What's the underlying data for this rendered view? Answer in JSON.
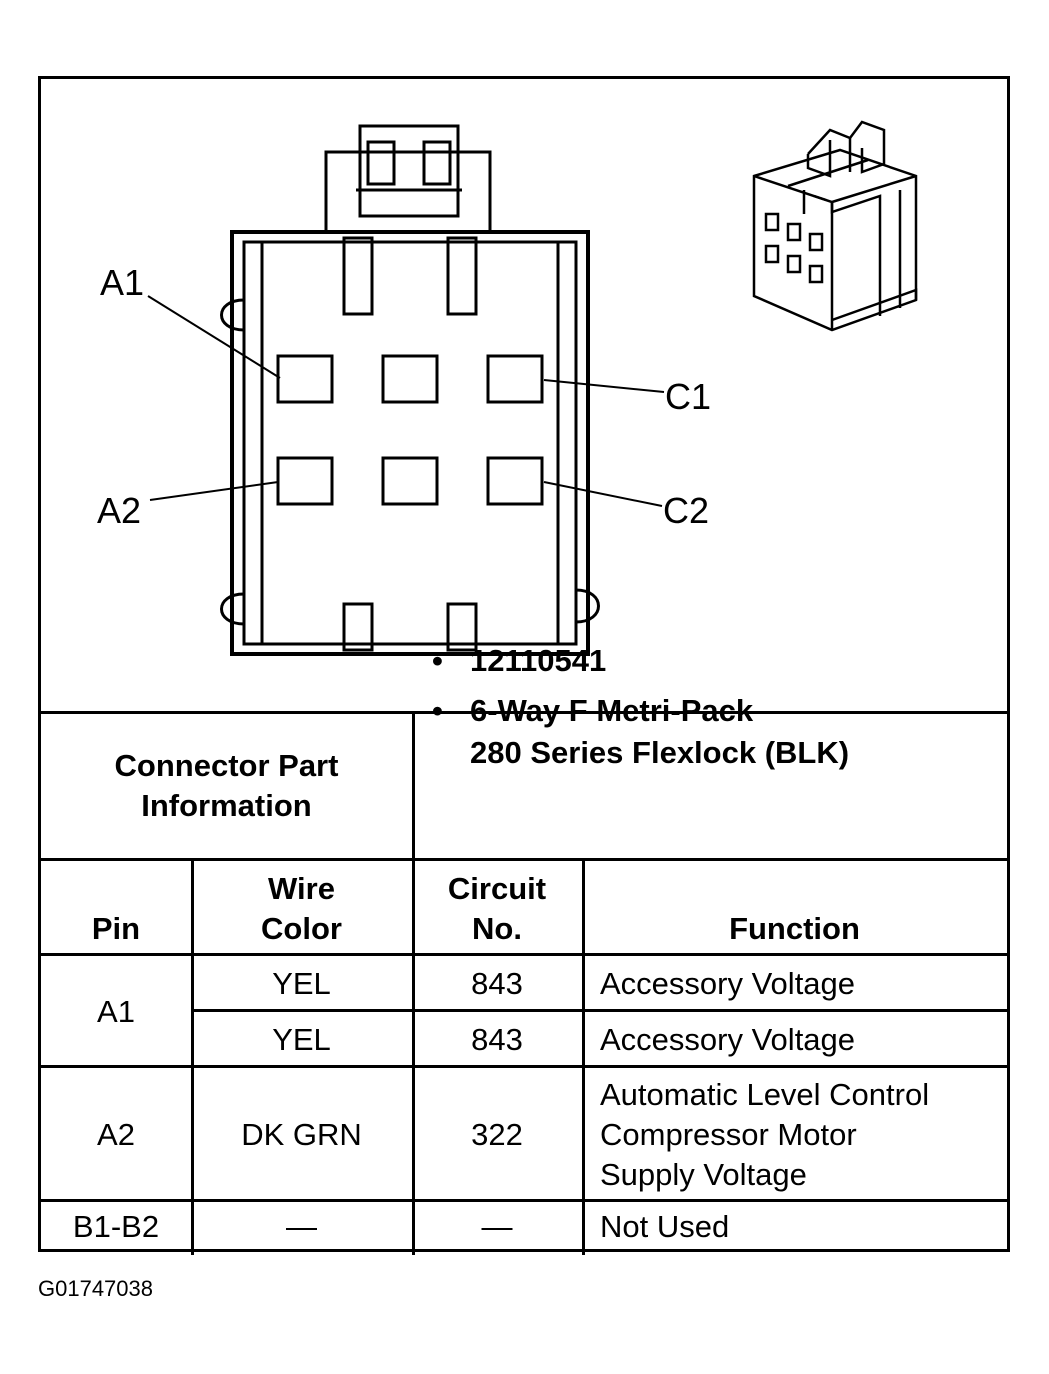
{
  "diagram": {
    "pin_labels": {
      "a1": "A1",
      "a2": "A2",
      "c1": "C1",
      "c2": "C2"
    }
  },
  "connector_info": {
    "label_line1": "Connector Part",
    "label_line2": "Information",
    "part_number": "12110541",
    "description_line1": "6-Way F Metri-Pack",
    "description_line2": "280 Series Flexlock (BLK)"
  },
  "table": {
    "headers": {
      "pin": "Pin",
      "wire_line1": "Wire",
      "wire_line2": "Color",
      "circuit_line1": "Circuit",
      "circuit_line2": "No.",
      "function": "Function"
    },
    "rows": [
      {
        "pin": "A1",
        "wire": "YEL",
        "circuit": "843",
        "function": "Accessory Voltage"
      },
      {
        "wire": "YEL",
        "circuit": "843",
        "function": "Accessory Voltage"
      },
      {
        "pin": "A2",
        "wire": "DK GRN",
        "circuit": "322",
        "function_line1": "Automatic Level Control",
        "function_line2": "Compressor Motor",
        "function_line3": "Supply Voltage"
      },
      {
        "pin": "B1-B2",
        "wire": "—",
        "circuit": "—",
        "function": "Not Used"
      }
    ]
  },
  "figure_id": "G01747038"
}
